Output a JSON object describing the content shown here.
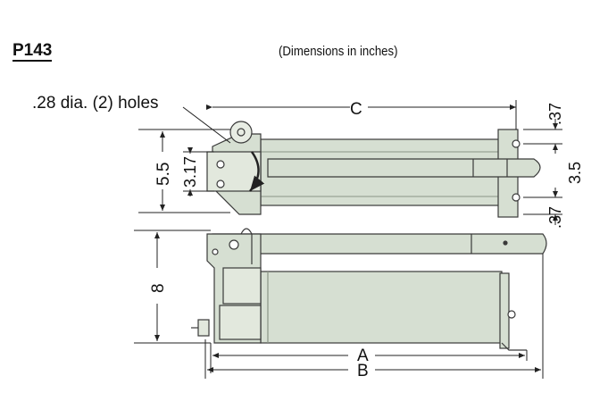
{
  "header": {
    "model": "P143",
    "units_note": "(Dimensions in inches)"
  },
  "top_view": {
    "hole_callout": ".28 dia. (2) holes",
    "dim_c": "C",
    "dim_mount_spacing": "3.5",
    "dim_edge_top": ".37",
    "dim_edge_bottom": ".37",
    "dim_width": "5.5",
    "dim_bolt_spacing": "3.17"
  },
  "side_view": {
    "dim_height": "8",
    "dim_a": "A",
    "dim_b": "B"
  },
  "colors": {
    "reservoir": "#d6dfd2",
    "line": "#3a3a3a",
    "dimension": "#222222"
  }
}
